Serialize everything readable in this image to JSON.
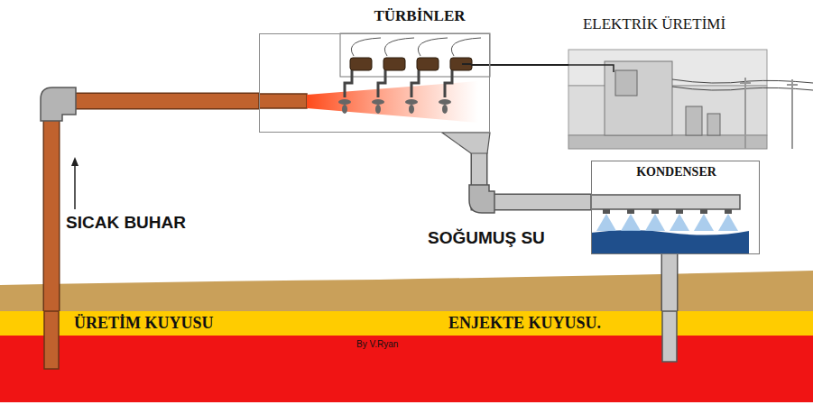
{
  "diagram": {
    "nodes": [
      {
        "text": [
          "TÜRBİNLER"
        ]
      },
      {
        "text": [
          "ELEKTRİK ÜRETİMİ"
        ]
      },
      {
        "text": [
          "KONDENSER"
        ]
      },
      {
        "text": [
          "ÜRETİM KUYUSU",
          "ENJEKTE KUYUSU."
        ]
      }
    ],
    "edges": [
      {
        "from": 3,
        "to": 0,
        "arrow": "none"
      },
      {
        "from": 0,
        "to": 1,
        "arrow": "none"
      },
      {
        "from": 0,
        "to": 2,
        "arrow": "none"
      },
      {
        "from": 2,
        "to": 3,
        "arrow": "none"
      }
    ],
    "labels": [
      "SICAK BUHAR",
      "SOĞUMUŞ SU",
      "By V.Ryan"
    ]
  }
}
